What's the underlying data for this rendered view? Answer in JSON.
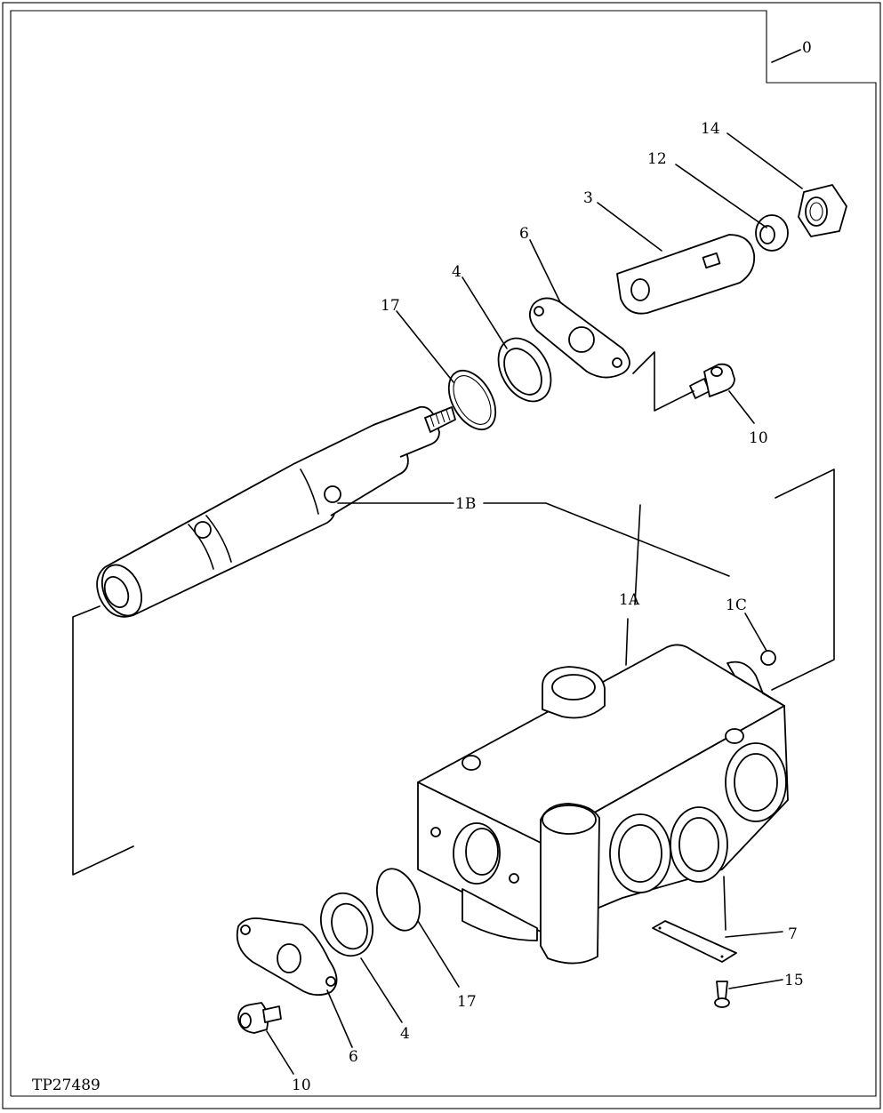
{
  "figure_code": "TP27489",
  "callouts": {
    "c0": "0",
    "c14": "14",
    "c12": "12",
    "c3": "3",
    "c6_top": "6",
    "c4_top": "4",
    "c17_top": "17",
    "c10_top": "10",
    "c1B": "1B",
    "c1A": "1A",
    "c1C": "1C",
    "c7": "7",
    "c15": "15",
    "c17_bottom": "17",
    "c4_bottom": "4",
    "c6_bottom": "6",
    "c10_bottom": "10"
  }
}
